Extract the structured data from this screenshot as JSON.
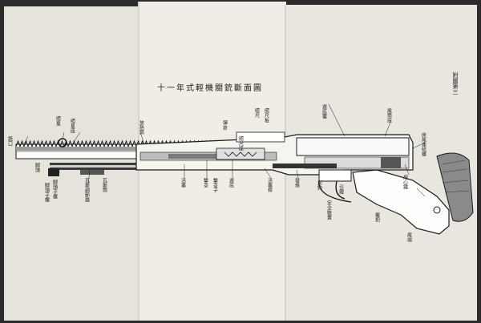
{
  "document": {
    "title": "十一年式輕機關銃斷面圖",
    "plate_number": "附圖第三"
  },
  "labels": {
    "muzzle": "銃口",
    "front_sight": "照星",
    "front_sight_base": "照星座",
    "cooling_fins": "放熱筒",
    "gas_cylinder": "瓦斯筒",
    "gas_regulator": "瓦斯調節器",
    "bipod_head": "脚頭",
    "bipod_pin": "脚頭子螺",
    "bipod_lock": "脚頭子螺",
    "piston": "活塞",
    "bolt_carrier": "遊底",
    "bolt_spring": "撃茎",
    "firing_pin": "撃茎子",
    "rear_sight": "照尺",
    "rear_sight_slide": "照尺座",
    "rear_sight_leaf": "照尺板",
    "hopper": "彈倉",
    "piston_rod": "活塞桿",
    "spring_guide": "發條",
    "sear": "逆鉤",
    "trigger": "引鐵",
    "safety": "安全裝置",
    "receiver_cover": "遊底覆",
    "buttplate": "尾筒底",
    "stock_bolt": "床尾連結螺",
    "grip": "握把",
    "trigger_guard": "用心鐵",
    "tail": "尾端"
  },
  "colors": {
    "paper": "#ece9e2",
    "ink": "#1a1a1a",
    "shadow": "#2b2b2b"
  }
}
